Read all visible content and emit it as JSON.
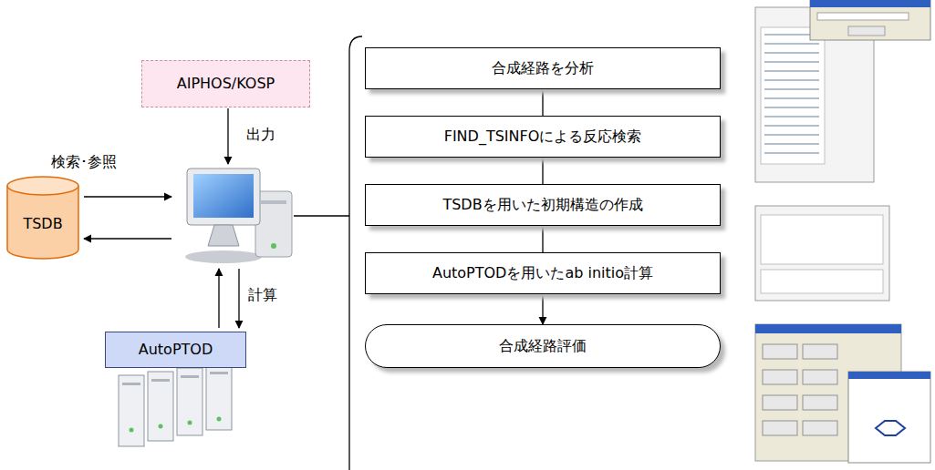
{
  "diagram": {
    "nodes": [
      {
        "text": [
          "AIPHOS/KOSP"
        ]
      },
      {
        "text": [
          "TSDB"
        ]
      },
      {
        "text": [
          "AutoPTOD"
        ]
      },
      {
        "text": [
          "合成経路を分析"
        ]
      },
      {
        "text": [
          "FIND_TSINFOによる反応検索"
        ]
      },
      {
        "text": [
          "TSDBを用いた初期構造の作成"
        ]
      },
      {
        "text": [
          "AutoPTODを用いたab initio計算"
        ]
      },
      {
        "text": [
          "合成経路評価"
        ]
      }
    ],
    "edges": [
      {
        "from": 3,
        "to": 4,
        "arrow": "none"
      },
      {
        "from": 4,
        "to": 5,
        "arrow": "none"
      },
      {
        "from": 5,
        "to": 6,
        "arrow": "none"
      },
      {
        "from": 6,
        "to": 7,
        "arrow": "to"
      }
    ],
    "labels": [
      "出力",
      "検索･参照",
      "計算"
    ]
  }
}
